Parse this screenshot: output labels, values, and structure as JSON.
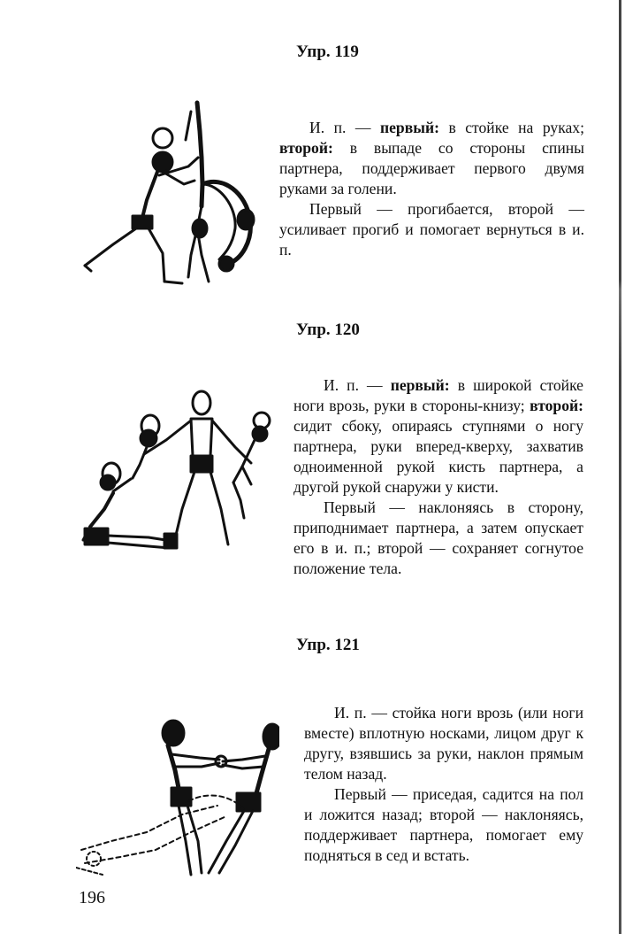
{
  "exercises": [
    {
      "title": "Упр. 119",
      "paragraphs": [
        [
          {
            "t": "И. п. — ",
            "b": false
          },
          {
            "t": "первый:",
            "b": true
          },
          {
            "t": " в стойке на руках; ",
            "b": false
          },
          {
            "t": "второй:",
            "b": true
          },
          {
            "t": " в выпаде со стороны спины партнера, поддерживает первого двумя руками за голени.",
            "b": false
          }
        ],
        [
          {
            "t": "Первый — прогибается, второй — усиливает прогиб и помогает вернуться в и. п.",
            "b": false
          }
        ]
      ]
    },
    {
      "title": "Упр. 120",
      "paragraphs": [
        [
          {
            "t": "И. п. — ",
            "b": false
          },
          {
            "t": "первый:",
            "b": true
          },
          {
            "t": " в широкой стойке ноги врозь, руки в стороны-книзу; ",
            "b": false
          },
          {
            "t": "второй:",
            "b": true
          },
          {
            "t": " сидит сбоку, опираясь ступнями о ногу партнера, руки вперед-кверху, захватив одноименной рукой кисть партнера, а другой рукой снаружи у кисти.",
            "b": false
          }
        ],
        [
          {
            "t": "Первый — наклоняясь в сторону, приподнимает партнера, а затем опускает его в и. п.; второй — сохраняет согнутое положение тела.",
            "b": false
          }
        ]
      ]
    },
    {
      "title": "Упр. 121",
      "paragraphs": [
        [
          {
            "t": "И. п. — стойка ноги врозь (или ноги вместе) вплотную носками, лицом друг к другу, взявшись за руки, наклон прямым телом назад.",
            "b": false
          }
        ],
        [
          {
            "t": "Первый — приседая, садится на пол и ложится назад; второй — наклоняясь, поддерживает партнера, помогает ему подняться в сед и встать.",
            "b": false
          }
        ]
      ]
    }
  ],
  "page_number": "196",
  "colors": {
    "ink": "#111111",
    "paper": "#ffffff"
  }
}
